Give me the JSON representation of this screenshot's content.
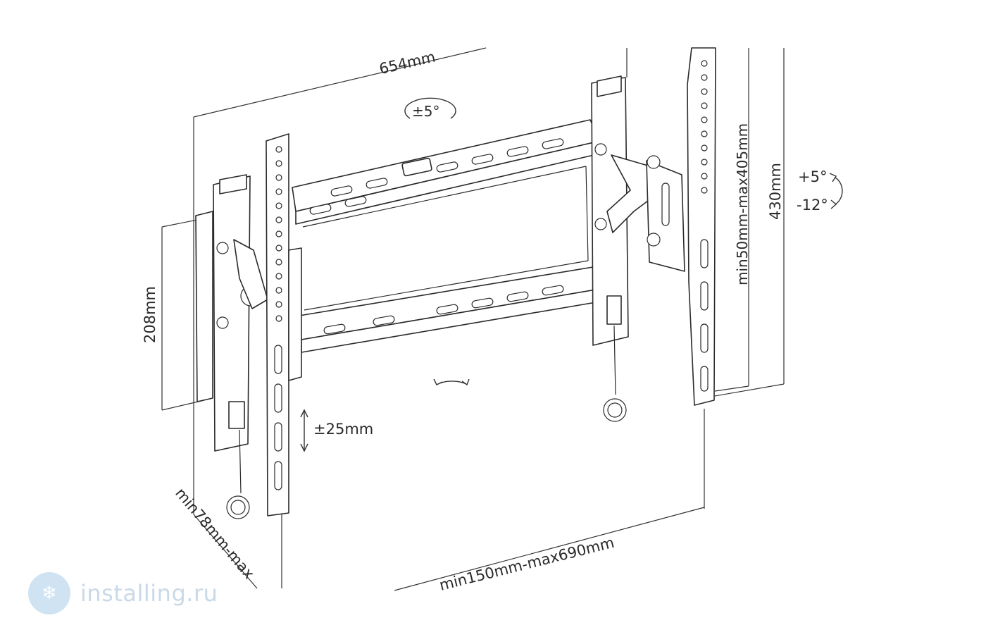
{
  "labels": {
    "width_total": "654mm",
    "swivel": "±5°",
    "height_left": "208mm",
    "wall_vesa_v": "min50mm-max405mm",
    "height_total": "430mm",
    "tilt_up": "+5°",
    "tilt_down": "-12°",
    "vertical_adjust": "±25mm",
    "vesa_h": "min150mm-max690mm",
    "depth": "min78mm-max"
  },
  "watermark": {
    "text": "installing.ru",
    "logo_icon": "snowflake-icon",
    "color": "#c9d9e8"
  }
}
